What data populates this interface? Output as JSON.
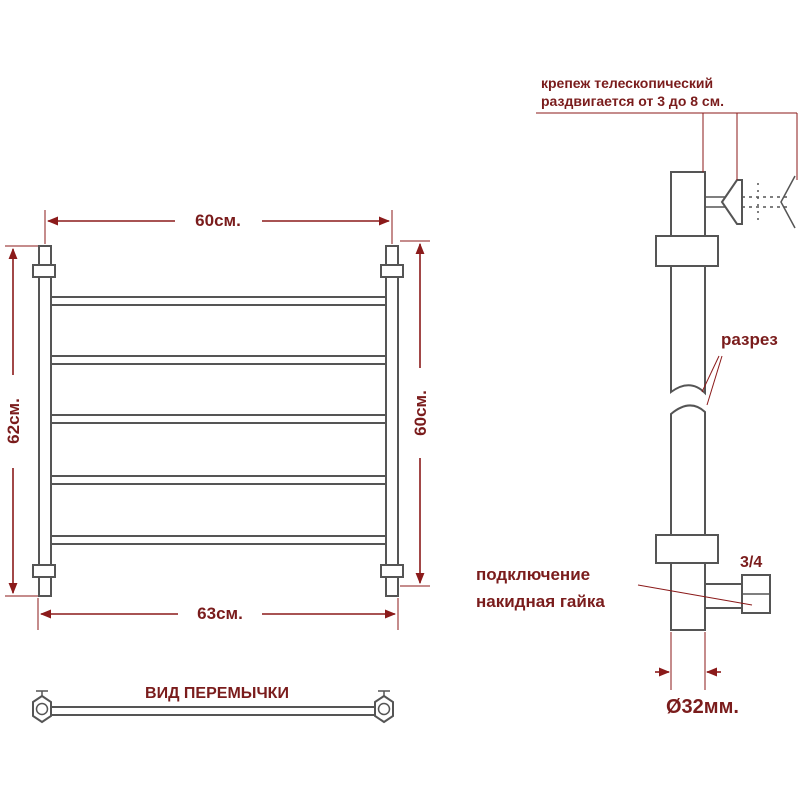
{
  "front_view": {
    "width_top": "60см.",
    "height_left": "62см.",
    "height_right": "60см.",
    "width_bottom": "63см."
  },
  "side_view": {
    "mount_note_line1": "крепеж телескопический",
    "mount_note_line2": "раздвигается от 3 до 8 см.",
    "cut_label": "разрез",
    "connection_line1": "подключение",
    "connection_line2": "накидная гайка",
    "thread_size": "3/4",
    "diameter": "Ø32мм."
  },
  "bridge_view": {
    "caption": "ВИД ПЕРЕМЫЧКИ"
  },
  "colors": {
    "annotation": "#8b1a1a",
    "outline": "#555555"
  }
}
